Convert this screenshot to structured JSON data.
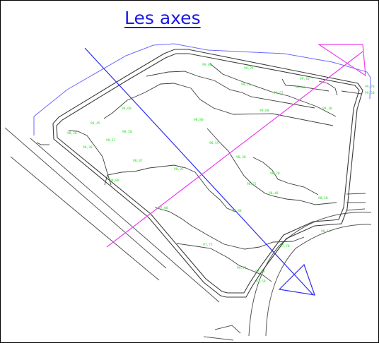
{
  "title": "Les axes",
  "colors": {
    "title": "#1a1ae6",
    "site_outline": "#3a3a3a",
    "boundary": "#6a6aff",
    "contour": "#404040",
    "road": "#555555",
    "axis_long": "#2d2df0",
    "axis_cross": "#ee3cee",
    "label": "#22e022"
  },
  "axes": [
    {
      "name": "long-axis",
      "color_key": "axis_long",
      "marker": "triangle"
    },
    {
      "name": "cross-axis",
      "color_key": "axis_cross",
      "marker": "triangle"
    }
  ],
  "elevation_labels_count": 32
}
